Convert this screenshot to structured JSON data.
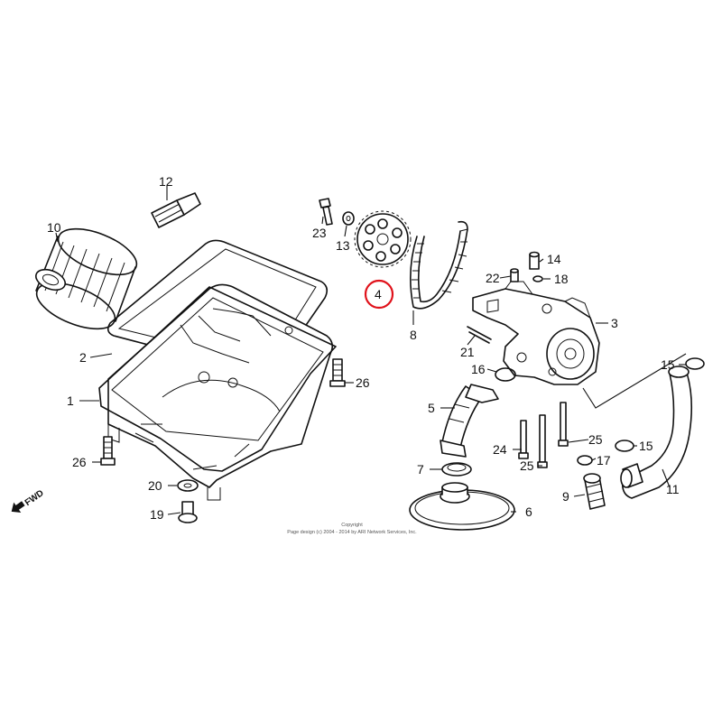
{
  "labels": [
    "1",
    "2",
    "3",
    "4",
    "5",
    "6",
    "7",
    "8",
    "9",
    "10",
    "11",
    "12",
    "13",
    "14",
    "15",
    "15",
    "16",
    "17",
    "18",
    "19",
    "20",
    "21",
    "22",
    "23",
    "24",
    "25",
    "25",
    "26",
    "26"
  ],
  "highlight_label": "4",
  "fwd_text": "FWD",
  "copyright": {
    "line1": "Copyright",
    "line2": "Page design (c) 2004 - 2014 by ARI Network Services, Inc."
  },
  "colors": {
    "line": "#111111",
    "highlight": "#e0121b",
    "background": "#ffffff"
  }
}
